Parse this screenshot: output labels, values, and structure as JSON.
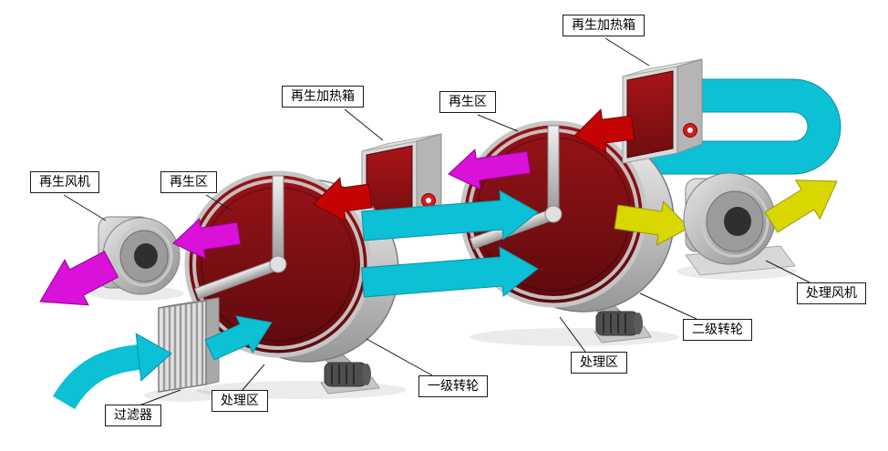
{
  "diagram": {
    "labels": {
      "regen_heater_top": "再生加热箱",
      "regen_heater_mid": "再生加热箱",
      "regen_zone_right": "再生区",
      "regen_zone_left": "再生区",
      "regen_fan": "再生风机",
      "filter": "过滤器",
      "process_zone_left": "处理区",
      "process_zone_right": "处理区",
      "wheel_first": "一级转轮",
      "wheel_second": "二级转轮",
      "process_fan": "处理风机"
    },
    "colors": {
      "process_air_cyan": "#0cc0d6",
      "regen_air_magenta": "#d911d9",
      "hot_air_red": "#c40404",
      "dry_air_yellow": "#d8d800",
      "rotor_face_maroon": "#7c1014",
      "metal_grey": "#c9c9c9"
    }
  }
}
